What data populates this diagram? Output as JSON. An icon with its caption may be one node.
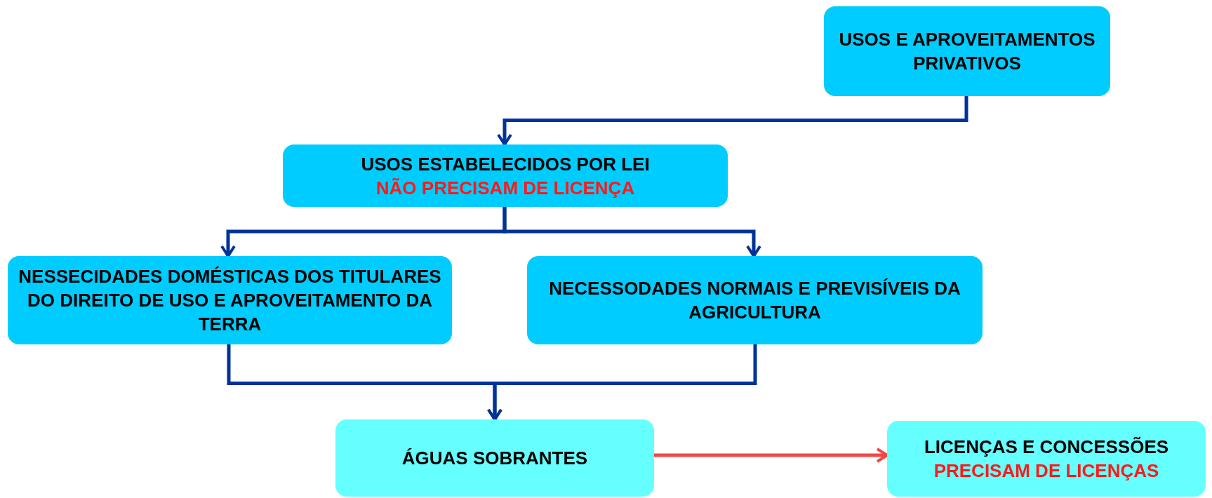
{
  "diagram": {
    "nodes": [
      {
        "text": [
          "USOS E APROVEITAMENTOS PRIVATIVOS"
        ]
      },
      {
        "text": [
          "USOS ESTABELECIDOS POR LEI",
          "NÃO PRECISAM DE LICENÇA"
        ]
      },
      {
        "text": [
          "NESSECIDADES DOMÉSTICAS DOS TITULARES DO DIREITO DE USO E APROVEITAMENTO DA TERRA"
        ]
      },
      {
        "text": [
          "NECESSODADES NORMAIS E PREVISÍVEIS DA AGRICULTURA"
        ]
      },
      {
        "text": [
          "ÁGUAS SOBRANTES"
        ]
      },
      {
        "text": [
          "LICENÇAS E CONCESSÕES",
          "PRECISAM DE LICENÇAS"
        ]
      }
    ],
    "edges": [
      {
        "from": 0,
        "to": 1,
        "arrow": "to"
      },
      {
        "from": 1,
        "to": 2,
        "arrow": "to"
      },
      {
        "from": 1,
        "to": 3,
        "arrow": "to"
      },
      {
        "from": 2,
        "to": 4,
        "arrow": "to"
      },
      {
        "from": 3,
        "to": 4,
        "arrow": "to"
      },
      {
        "from": 4,
        "to": 5,
        "arrow": "to",
        "color": "#f04848"
      }
    ]
  }
}
